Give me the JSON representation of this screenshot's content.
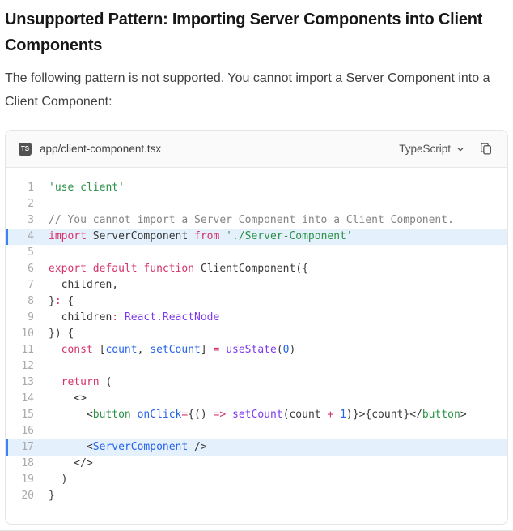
{
  "page": {
    "title": "Unsupported Pattern: Importing Server Components into Client Components",
    "intro": "The following pattern is not supported. You cannot import a Server Component into a Client Component:"
  },
  "code_block": {
    "file_icon_label": "TS",
    "filename": "app/client-component.tsx",
    "language_label": "TypeScript",
    "icons": {
      "file_type": "typescript-badge",
      "language_dropdown": "chevron-down",
      "copy": "copy"
    },
    "highlight": {
      "background": "#e4f0fb",
      "border": "#3b82f6"
    },
    "syntax_colors": {
      "plain": "#383838",
      "keyword": "#d6336c",
      "string": "#2b9146",
      "tag": "#2b9146",
      "comment": "#848484",
      "variable": "#2563eb",
      "number": "#2563eb",
      "function": "#7c3aed",
      "type": "#7c3aed"
    },
    "highlighted_lines": [
      4,
      17
    ],
    "lines": [
      {
        "n": 1,
        "tokens": [
          {
            "t": "'use client'",
            "c": "string"
          }
        ]
      },
      {
        "n": 2,
        "tokens": []
      },
      {
        "n": 3,
        "tokens": [
          {
            "t": "// You cannot import a Server Component into a Client Component.",
            "c": "comment"
          }
        ]
      },
      {
        "n": 4,
        "highlight": true,
        "tokens": [
          {
            "t": "import",
            "c": "keyword"
          },
          {
            "t": " ServerComponent ",
            "c": "plain"
          },
          {
            "t": "from",
            "c": "keyword"
          },
          {
            "t": " ",
            "c": "plain"
          },
          {
            "t": "'./Server-Component'",
            "c": "string"
          }
        ]
      },
      {
        "n": 5,
        "tokens": []
      },
      {
        "n": 6,
        "tokens": [
          {
            "t": "export",
            "c": "keyword"
          },
          {
            "t": " ",
            "c": "plain"
          },
          {
            "t": "default",
            "c": "keyword"
          },
          {
            "t": " ",
            "c": "plain"
          },
          {
            "t": "function",
            "c": "keyword"
          },
          {
            "t": " ClientComponent({",
            "c": "plain"
          }
        ]
      },
      {
        "n": 7,
        "tokens": [
          {
            "t": "  children,",
            "c": "plain"
          }
        ]
      },
      {
        "n": 8,
        "tokens": [
          {
            "t": "}",
            "c": "plain"
          },
          {
            "t": ":",
            "c": "keyword"
          },
          {
            "t": " {",
            "c": "plain"
          }
        ]
      },
      {
        "n": 9,
        "tokens": [
          {
            "t": "  children",
            "c": "plain"
          },
          {
            "t": ":",
            "c": "keyword"
          },
          {
            "t": " ",
            "c": "plain"
          },
          {
            "t": "React.ReactNode",
            "c": "type"
          }
        ]
      },
      {
        "n": 10,
        "tokens": [
          {
            "t": "}) {",
            "c": "plain"
          }
        ]
      },
      {
        "n": 11,
        "tokens": [
          {
            "t": "  ",
            "c": "plain"
          },
          {
            "t": "const",
            "c": "keyword"
          },
          {
            "t": " [",
            "c": "plain"
          },
          {
            "t": "count",
            "c": "variable"
          },
          {
            "t": ", ",
            "c": "plain"
          },
          {
            "t": "setCount",
            "c": "variable"
          },
          {
            "t": "] ",
            "c": "plain"
          },
          {
            "t": "=",
            "c": "keyword"
          },
          {
            "t": " ",
            "c": "plain"
          },
          {
            "t": "useState",
            "c": "function"
          },
          {
            "t": "(",
            "c": "plain"
          },
          {
            "t": "0",
            "c": "number"
          },
          {
            "t": ")",
            "c": "plain"
          }
        ]
      },
      {
        "n": 12,
        "tokens": []
      },
      {
        "n": 13,
        "tokens": [
          {
            "t": "  ",
            "c": "plain"
          },
          {
            "t": "return",
            "c": "keyword"
          },
          {
            "t": " (",
            "c": "plain"
          }
        ]
      },
      {
        "n": 14,
        "tokens": [
          {
            "t": "    <>",
            "c": "plain"
          }
        ]
      },
      {
        "n": 15,
        "tokens": [
          {
            "t": "      <",
            "c": "plain"
          },
          {
            "t": "button",
            "c": "tag"
          },
          {
            "t": " ",
            "c": "plain"
          },
          {
            "t": "onClick",
            "c": "variable"
          },
          {
            "t": "=",
            "c": "keyword"
          },
          {
            "t": "{() ",
            "c": "plain"
          },
          {
            "t": "=>",
            "c": "keyword"
          },
          {
            "t": " ",
            "c": "plain"
          },
          {
            "t": "setCount",
            "c": "function"
          },
          {
            "t": "(count ",
            "c": "plain"
          },
          {
            "t": "+",
            "c": "keyword"
          },
          {
            "t": " ",
            "c": "plain"
          },
          {
            "t": "1",
            "c": "number"
          },
          {
            "t": ")}>{count}</",
            "c": "plain"
          },
          {
            "t": "button",
            "c": "tag"
          },
          {
            "t": ">",
            "c": "plain"
          }
        ]
      },
      {
        "n": 16,
        "tokens": []
      },
      {
        "n": 17,
        "highlight": true,
        "tokens": [
          {
            "t": "      <",
            "c": "plain"
          },
          {
            "t": "ServerComponent",
            "c": "variable"
          },
          {
            "t": " />",
            "c": "plain"
          }
        ]
      },
      {
        "n": 18,
        "tokens": [
          {
            "t": "    </>",
            "c": "plain"
          }
        ]
      },
      {
        "n": 19,
        "tokens": [
          {
            "t": "  )",
            "c": "plain"
          }
        ]
      },
      {
        "n": 20,
        "tokens": [
          {
            "t": "}",
            "c": "plain"
          }
        ]
      }
    ]
  }
}
